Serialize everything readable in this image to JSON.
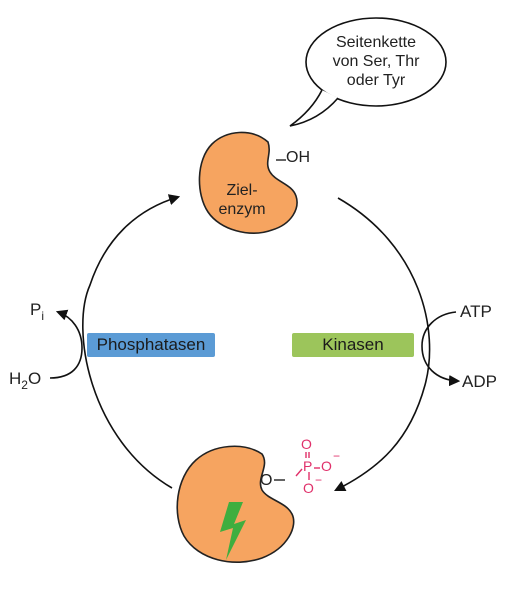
{
  "bubble": {
    "line1": "Seitenkette",
    "line2": "von Ser, Thr",
    "line3": "oder Tyr"
  },
  "enzyme_top": {
    "line1": "Ziel-",
    "line2": "enzym",
    "group": "OH"
  },
  "phosphatasen": {
    "label": "Phosphatasen",
    "color": "#5b9bd5"
  },
  "kinasen": {
    "label": "Kinasen",
    "color": "#9cc55b"
  },
  "pi": {
    "main": "P",
    "sub": "i"
  },
  "water": {
    "main": "H",
    "sub": "2",
    "tail": "O"
  },
  "atp": "ATP",
  "adp": "ADP",
  "phosphate": {
    "color": "#e0306a",
    "O_top": "O",
    "P": "P",
    "O_right": "O",
    "O_bottom": "O",
    "charge": "−"
  },
  "enzyme_bottom": {
    "link_O": "O",
    "bolt_color": "#3fae3f"
  },
  "colors": {
    "enzyme_fill": "#f6a460",
    "enzyme_stroke": "#222222"
  }
}
